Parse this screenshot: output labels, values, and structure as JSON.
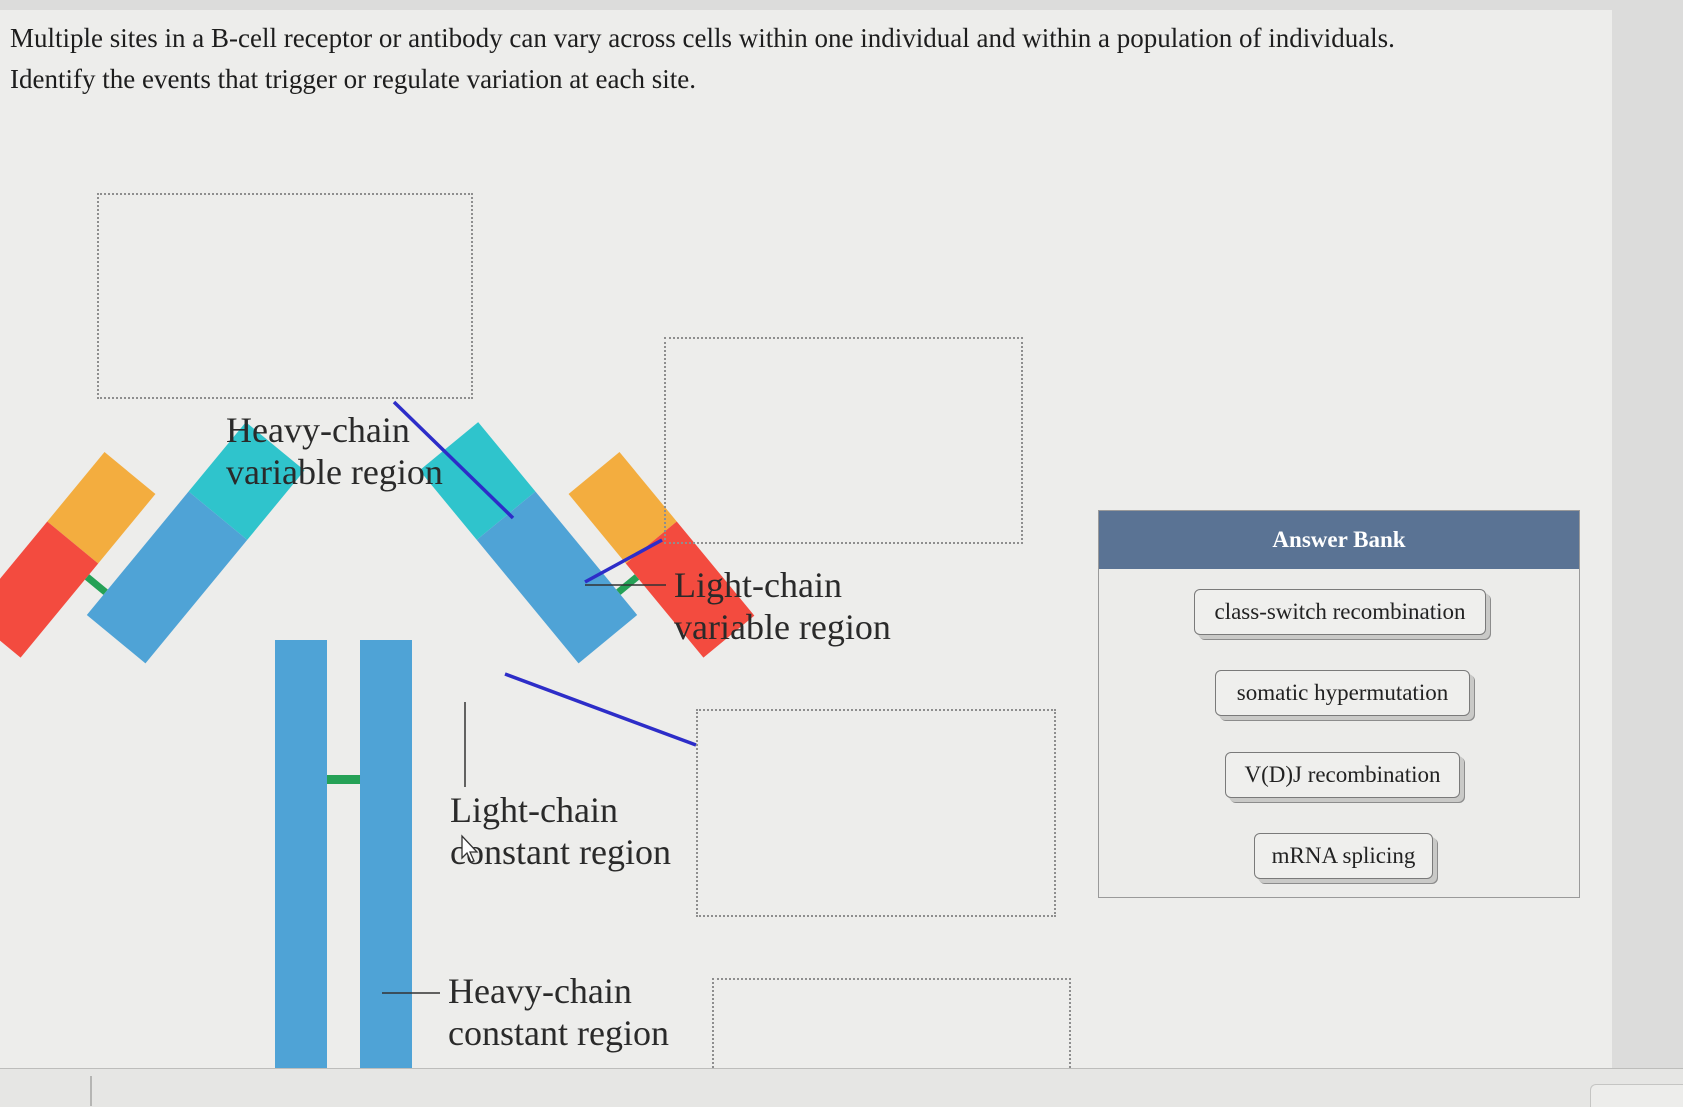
{
  "prompt": {
    "line1": "Multiple sites in a B-cell receptor or antibody can vary across cells within one individual and within a population of individuals.",
    "line2": "Identify the events that trigger or regulate variation at each site."
  },
  "diagram": {
    "heavy_variable": [
      "Heavy-chain",
      "variable region"
    ],
    "light_variable": [
      "Light-chain",
      "variable region"
    ],
    "light_constant": [
      "Light-chain",
      "constant region"
    ],
    "heavy_constant": [
      "Heavy-chain",
      "constant region"
    ]
  },
  "answer_bank": {
    "title": "Answer Bank",
    "items": [
      "class-switch recombination",
      "somatic hypermutation",
      "V(D)J recombination",
      "mRNA splicing"
    ]
  },
  "colors": {
    "heavy_chain": "#4fa3d6",
    "heavy_variable": "#2fc4cc",
    "light_variable": "#f3ad3f",
    "light_constant": "#f34b3f",
    "disulfide": "#25a156",
    "pointer": "#2d2dc8",
    "bank_header": "#5a7394"
  }
}
